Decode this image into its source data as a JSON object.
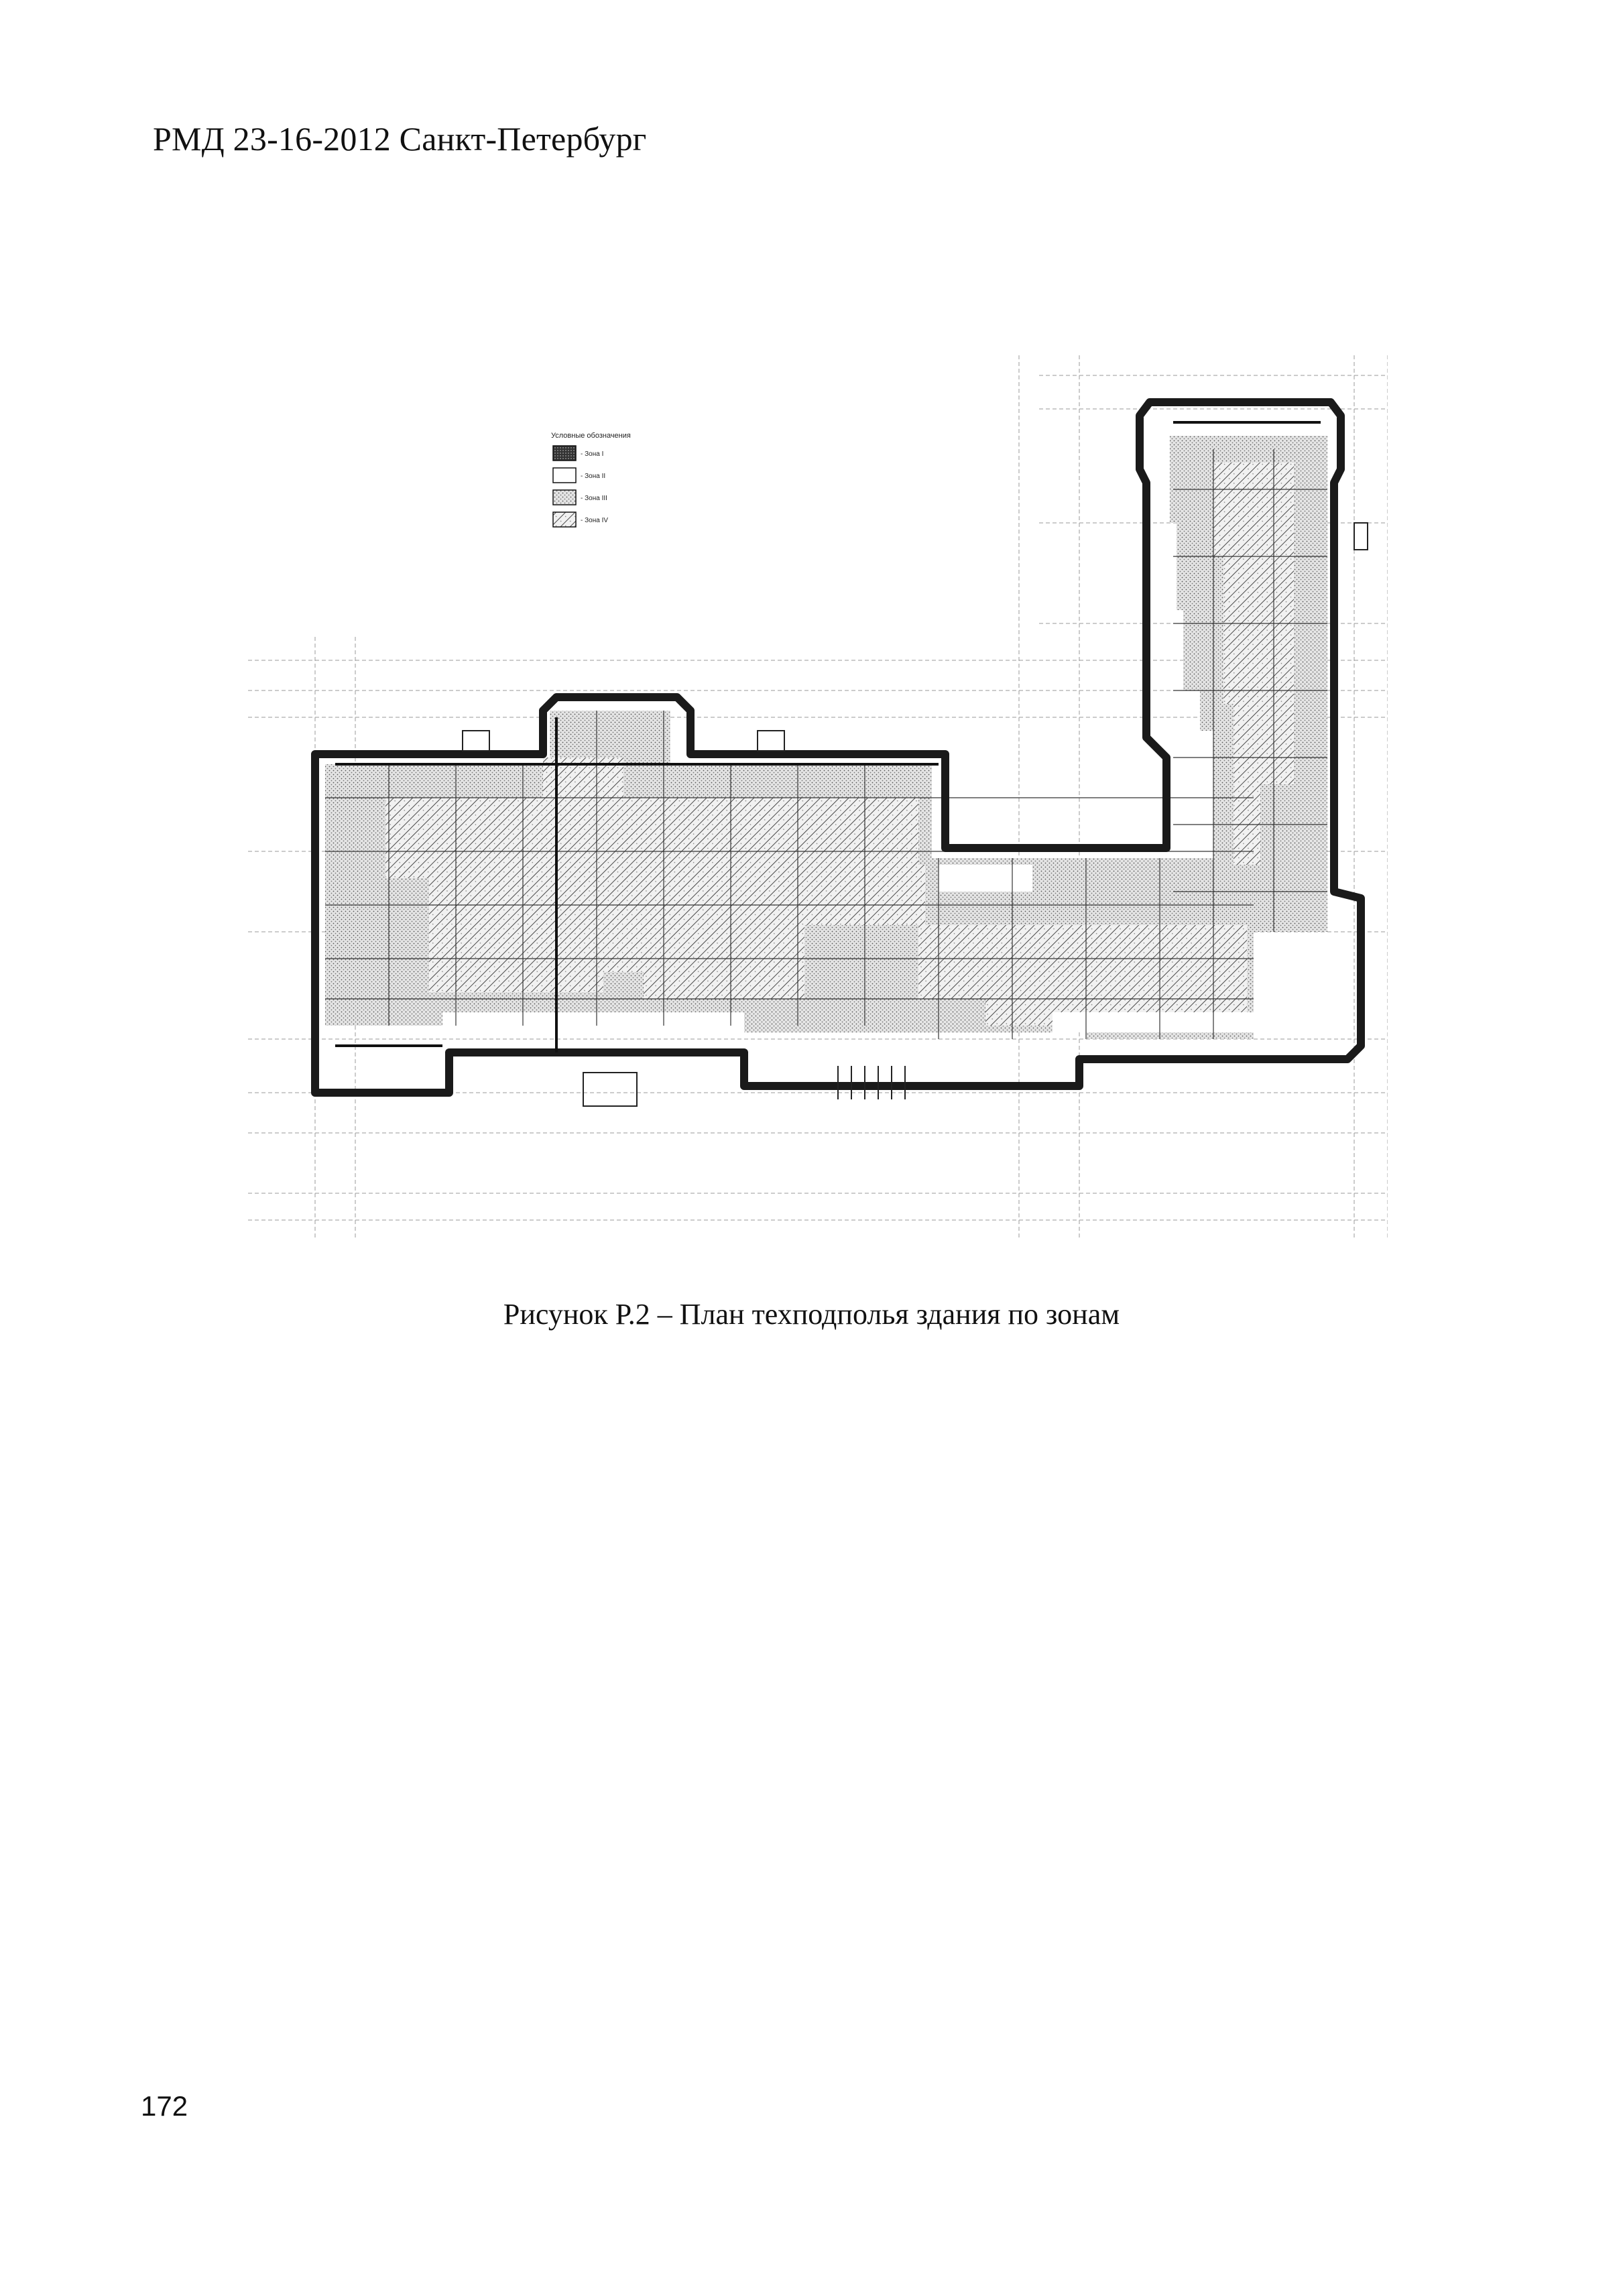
{
  "header": {
    "text": "РМД 23-16-2012 Санкт-Петербург"
  },
  "figure": {
    "legend": {
      "title": "Условные обозначения",
      "items": [
        {
          "label": "- Зона I",
          "swatch": "dense-dark"
        },
        {
          "label": "- Зона II",
          "swatch": "blank"
        },
        {
          "label": "- Зона III",
          "swatch": "dotted"
        },
        {
          "label": "- Зона IV",
          "swatch": "hatched"
        }
      ]
    },
    "colors": {
      "wall": "#1a1a1a",
      "grid": "#444444",
      "dotted_fill": "#cfcfcf",
      "hatch": "#555555"
    }
  },
  "caption": {
    "text": "Рисунок Р.2 – План техподполья здания по зонам"
  },
  "page_number": {
    "text": "172"
  }
}
